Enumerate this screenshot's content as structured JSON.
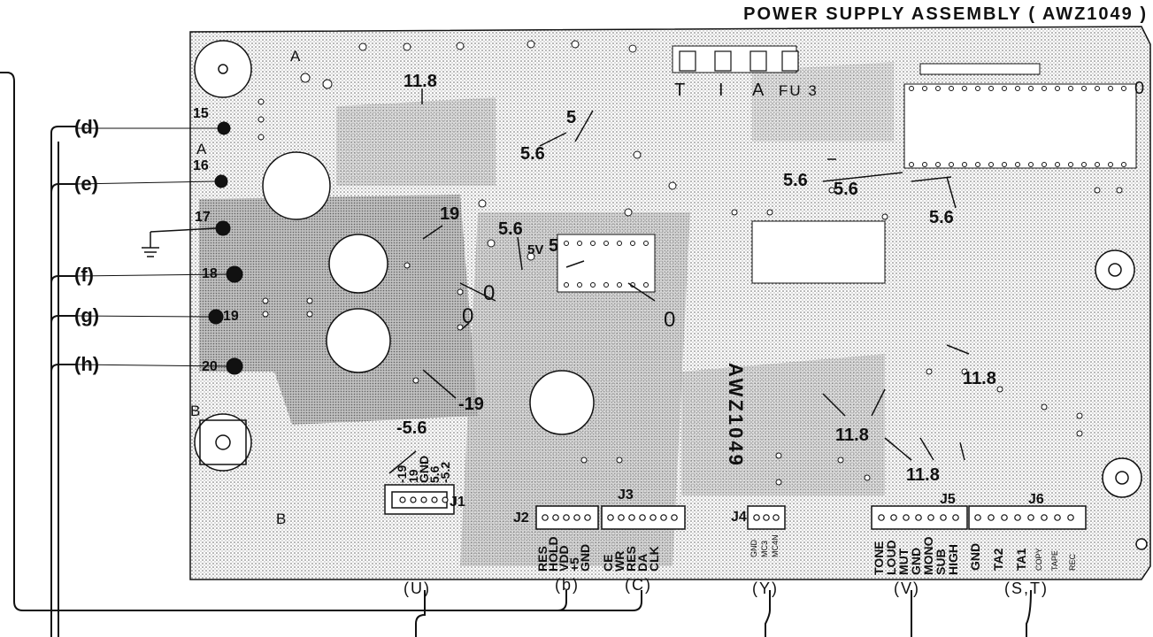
{
  "title": "POWER SUPPLY ASSEMBLY ( AWZ1049 )",
  "board_id": "AWZ1049",
  "left_connectors": [
    {
      "letter": "(d)",
      "pin": "15"
    },
    {
      "letter": "(e)",
      "pin": "16"
    },
    {
      "letter": "",
      "pin": "17"
    },
    {
      "letter": "(f)",
      "pin": "18"
    },
    {
      "letter": "(g)",
      "pin": "19"
    },
    {
      "letter": "(h)",
      "pin": "20"
    }
  ],
  "board_markers": {
    "a1": "A",
    "a2": "A",
    "b1": "B",
    "b2": "B"
  },
  "fuse": {
    "t": "T",
    "i": "I",
    "a": "A",
    "name": "FU 3"
  },
  "voltages": {
    "v11_8_top": "11.8",
    "v5_6_a": "5.6",
    "v5_a": "5",
    "v5_6_b": "5.6",
    "v5_6_c": "5.6",
    "v5_6_d": "5.6",
    "v0_top": "0",
    "v19": "19",
    "v5_6_e": "5.6",
    "v5v": "5V",
    "v5_b": "5",
    "v0_a": "0",
    "v0_b": "0",
    "v0_c": "0",
    "vm19": "-19",
    "vm5_6": "-5.6",
    "v11_8_a": "11.8",
    "v11_8_b": "11.8",
    "v11_8_c": "11.8"
  },
  "j1": {
    "name": "J1",
    "pins": [
      "-19",
      "19",
      "GND",
      "5.6",
      "-5.2"
    ]
  },
  "j2": {
    "name": "J2",
    "pins": [
      "RES",
      "HOLD",
      "VDD",
      "+5",
      "GND"
    ]
  },
  "j3": {
    "name": "J3",
    "pins": [
      "CE",
      "WR",
      "RES",
      "DA",
      "CLK"
    ]
  },
  "j4": {
    "name": "J4",
    "pins": [
      "GND",
      "MC3",
      "MC4N"
    ]
  },
  "j5": {
    "name": "J5",
    "pins": [
      "TONE",
      "LOUD",
      "MUT",
      "GND",
      "MONO",
      "SUB",
      "HIGH"
    ]
  },
  "j6": {
    "name": "J6",
    "pins": [
      "GND",
      "TA2",
      "TA1",
      "COPY",
      "TAPE",
      "REC"
    ]
  },
  "cable_labels": [
    "(U)",
    "(b)",
    "(C)",
    "(Y)",
    "(V)",
    "(S,T)"
  ]
}
